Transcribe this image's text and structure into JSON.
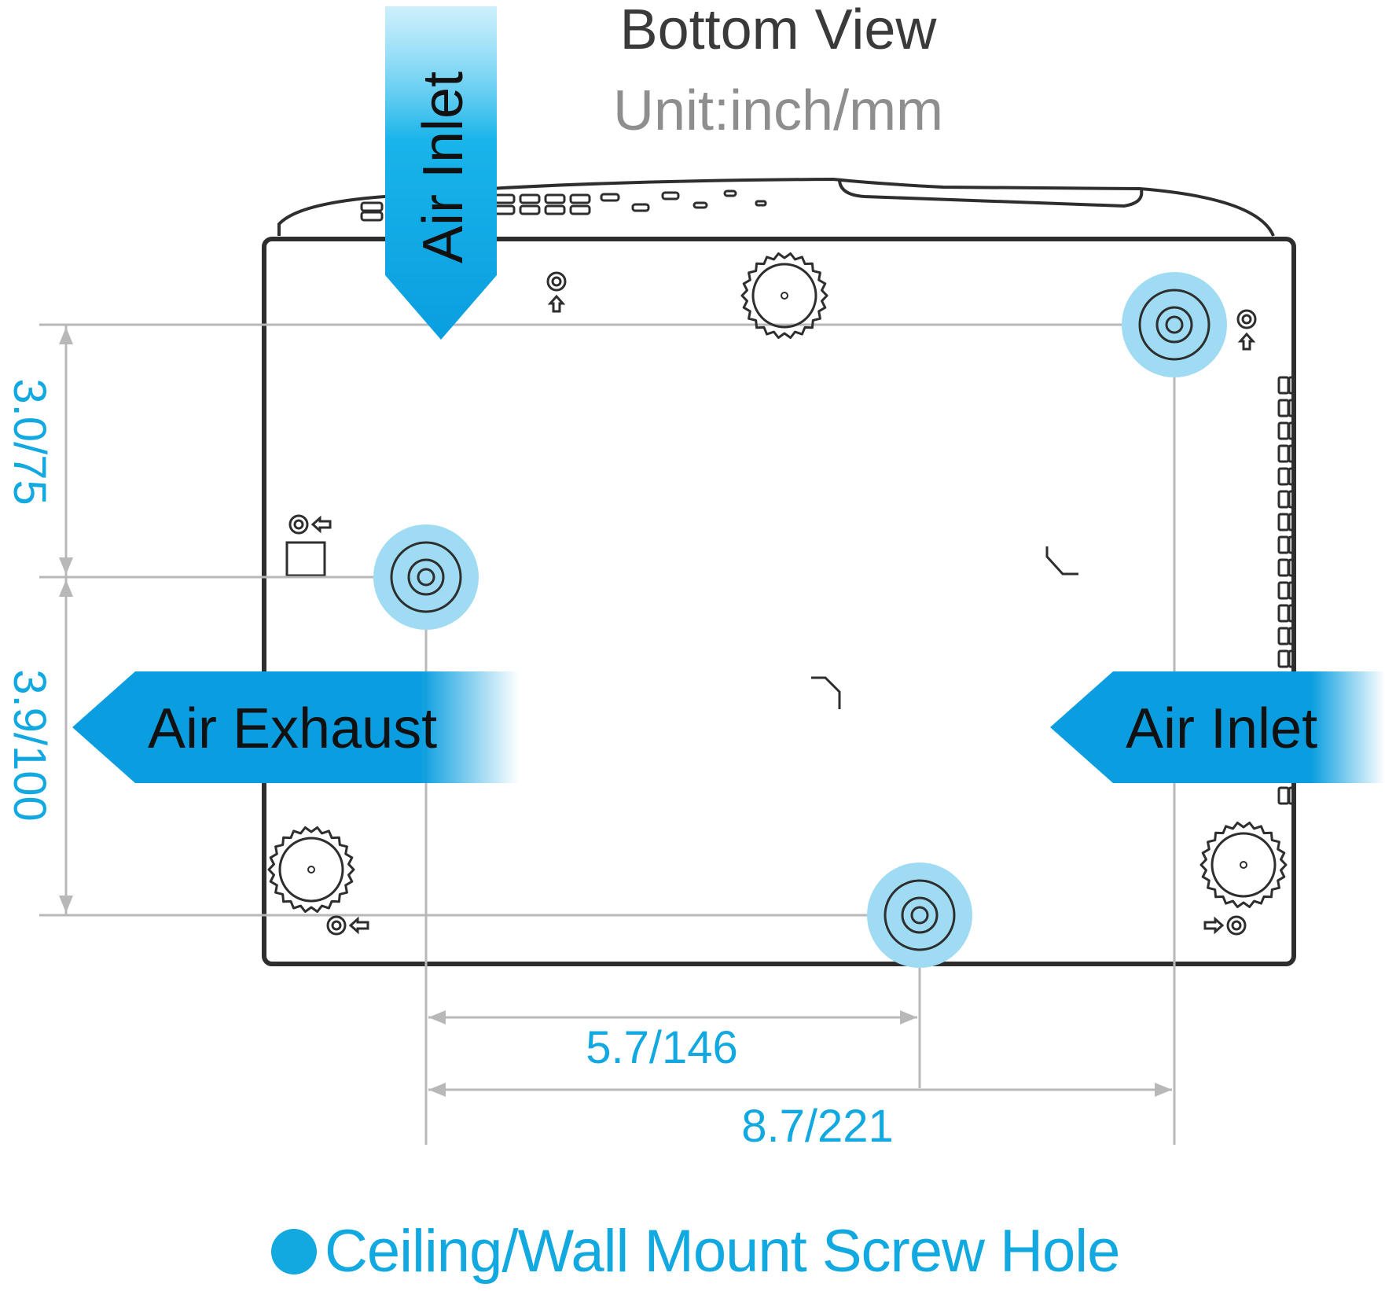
{
  "header": {
    "title": "Bottom View",
    "unit": "Unit:inch/mm"
  },
  "airflow": {
    "top_inlet": "Air Inlet",
    "left_exhaust": "Air Exhaust",
    "right_inlet": "Air Inlet"
  },
  "dimensions": {
    "vertical_upper": "3.0/75",
    "vertical_lower": "3.9/100",
    "horizontal_short": "5.7/146",
    "horizontal_long": "8.7/221"
  },
  "legend": {
    "label": "Ceiling/Wall Mount Screw Hole"
  },
  "colors": {
    "accent": "#12a8e0",
    "arrow": "#0a9ee0",
    "outline": "#2e2e2e",
    "dimension_line": "#b8b8b8",
    "title": "#3a3a3a",
    "subtitle": "#8e8e8e",
    "mount_highlight": "#9fdcf3"
  }
}
